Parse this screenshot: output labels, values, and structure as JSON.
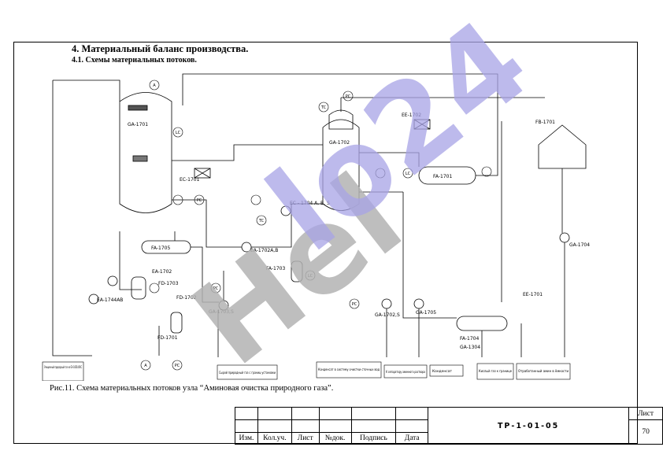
{
  "document": {
    "heading": "4. Материальный баланс производства.",
    "subheading": "4.1. Схемы материальных потоков.",
    "caption": "Рис.11. Схема материальных потоков узла “Аминовая очистка природного газа”."
  },
  "diagram": {
    "equipment": {
      "ga1701": "GA-1701",
      "ec1701": "EC-1701",
      "ga1702": "GA-1702",
      "ec1704": "EC - 1704 A, B, S",
      "ee1702": "EE-1702",
      "fa1701": "FA-1701",
      "fb1701": "FB-1701",
      "fa1705": "FA-1705",
      "ea1702ab": "EA-1702A,B",
      "fa1703": "FA-1703",
      "ea1702": "EA-1702",
      "fd1703": "FD-1703",
      "ea1744": "EA-1744AB",
      "fd1702": "FD-1702",
      "ga1703s": "GA-1703,S",
      "fd1701": "FD-1701",
      "ga1704": "GA-1704",
      "ga1702s": "GA-1702,S",
      "ga1705": "GA-1705",
      "ee1701": "EE-1701",
      "fa1704": "FA-1704",
      "ga1304": "GA-1304"
    },
    "instruments": {
      "a": "A",
      "pc": "PC",
      "tc": "TC",
      "lc": "LC",
      "fc": "FC"
    },
    "legend": {
      "box1": "Очищенный природный газ на GA-1601A/B/C",
      "box2": "Сырой природный газ с границ-установки",
      "box3": "Конденсат в систему очистки сточных вод",
      "box4": "К сепаратору аминного раствора",
      "box5": "Конденсат",
      "box6": "Кислый газ к границе",
      "box7": "Отработанный амин в ёмкости"
    }
  },
  "titleblock": {
    "columns": [
      "Изм.",
      "Кол.уч.",
      "Лист",
      "№док.",
      "Подпись",
      "Дата"
    ],
    "code": "ТР-1-01-05",
    "sheet_label": "Лист",
    "sheet_number": "70"
  },
  "watermark": {
    "text": "Hello24"
  },
  "colors": {
    "watermark_fill": "#a8a4e6",
    "watermark_gray": "#b3b3b3",
    "line": "#000000"
  }
}
